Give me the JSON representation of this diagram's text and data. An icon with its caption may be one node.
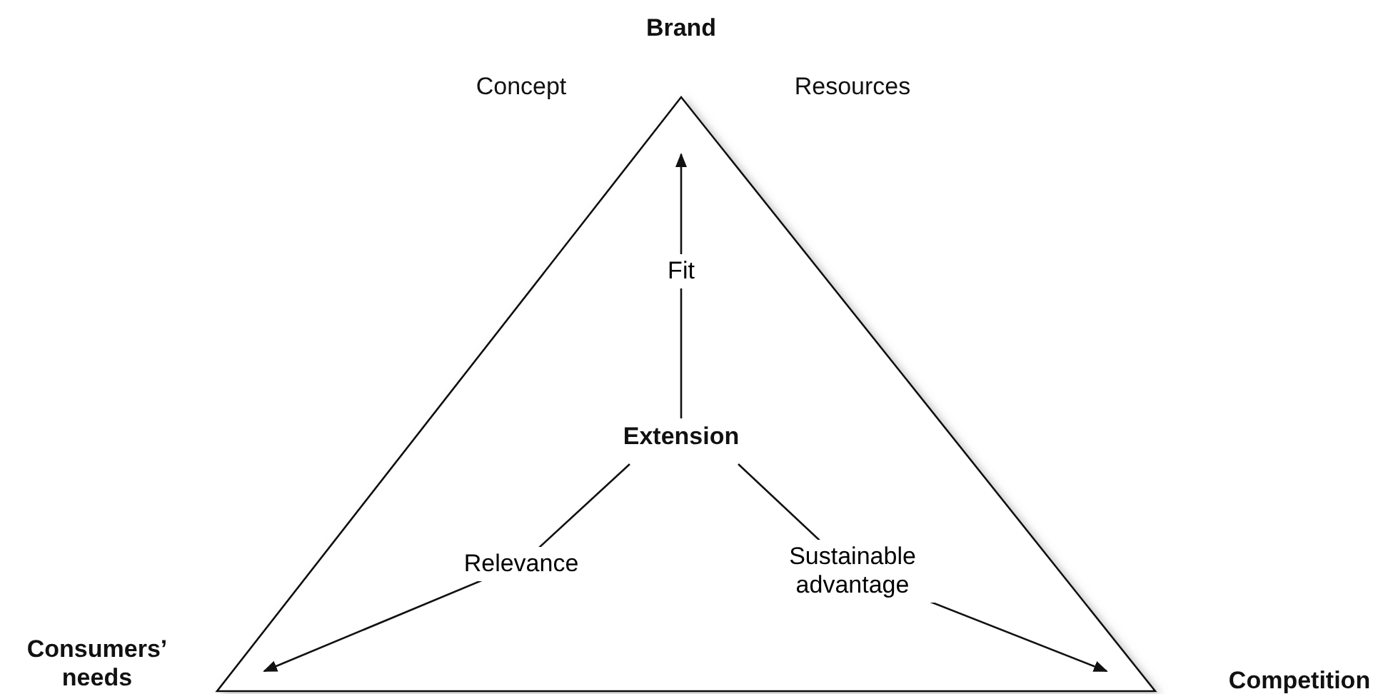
{
  "diagram": {
    "nodes": [
      {
        "text": [
          "Brand"
        ]
      },
      {
        "text": [
          "Consumers’ needs"
        ]
      },
      {
        "text": [
          "Competition"
        ]
      },
      {
        "text": [
          "Extension"
        ]
      }
    ],
    "edges": [
      {
        "from": 3,
        "to": 0,
        "arrow": "to",
        "label": "Fit"
      },
      {
        "from": 3,
        "to": 1,
        "arrow": "to",
        "label": "Relevance"
      },
      {
        "from": 3,
        "to": 2,
        "arrow": "to",
        "label": "Sustainable advantage"
      }
    ],
    "labels": [
      "Concept",
      "Resources"
    ]
  }
}
